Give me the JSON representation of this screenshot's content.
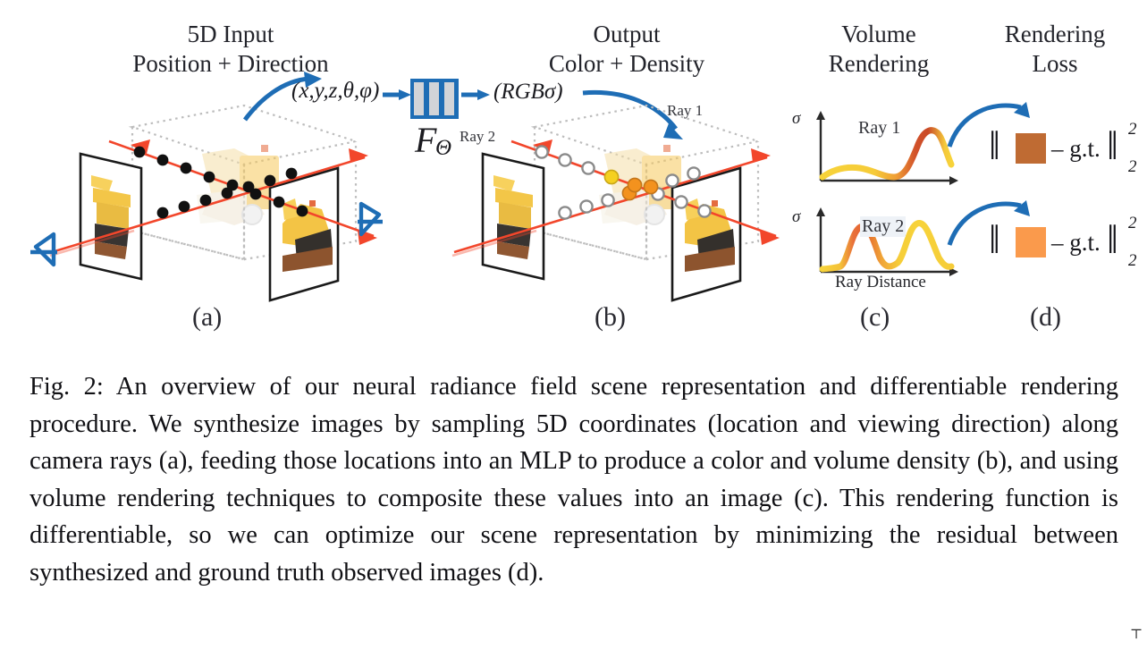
{
  "figure": {
    "headers": [
      {
        "id": "h-5d-input",
        "lines": [
          "5D Input",
          "Position + Direction"
        ]
      },
      {
        "id": "h-output",
        "lines": [
          "Output",
          "Color + Density"
        ]
      },
      {
        "id": "h-volume",
        "lines": [
          "Volume",
          "Rendering"
        ]
      },
      {
        "id": "h-loss",
        "lines": [
          "Rendering",
          "Loss"
        ]
      }
    ],
    "panel_labels": [
      "(a)",
      "(b)",
      "(c)",
      "(d)"
    ],
    "math": {
      "input_vector": "(x,y,z,θ,φ)",
      "mlp_name": "F",
      "mlp_subscript": "Θ",
      "output_vector": "(RGBσ)"
    },
    "scene_a": {
      "ray_color": "#F2462B",
      "sample_dot_color": "#111111",
      "camera_color": "#1E6DB5",
      "box_color": "#b9b9b9"
    },
    "scene_b": {
      "ray1_label": "Ray 1",
      "ray2_label": "Ray 2",
      "hollow_dot_color": "#8a8a8a",
      "hit_dot_orange": "#F3921E",
      "hit_dot_yellow": "#F5D020"
    },
    "plots": [
      {
        "id": "plot-ray1",
        "title": "Ray 1",
        "ylabel": "σ",
        "xlabel": "",
        "peak_color": "#D2522A",
        "base_color": "#F7D33A"
      },
      {
        "id": "plot-ray2",
        "title": "Ray 2",
        "ylabel": "σ",
        "xlabel": "Ray Distance",
        "peak_color": "#E8703A",
        "base_color": "#F7D33A"
      }
    ],
    "loss_rows": [
      {
        "id": "loss-ray1",
        "swatch": "#BF6B33",
        "minus": "–",
        "gt": "g.t.",
        "sup": "2",
        "sub": "2"
      },
      {
        "id": "loss-ray2",
        "swatch": "#FA9A4C",
        "minus": "–",
        "gt": "g.t.",
        "sup": "2",
        "sub": "2"
      }
    ],
    "arrow_color": "#1E6DB5"
  },
  "caption": {
    "label": "Fig. 2:",
    "text": " An overview of our neural radiance field scene representation and differentiable rendering procedure. We synthesize images by sampling 5D coordinates (location and viewing direction) along camera rays (a), feeding those locations into an MLP to produce a color and volume density (b), and using volume rendering techniques to composite these values into an image (c). This rendering function is differentiable, so we can optimize our scene representation by minimizing the residual between synthesized and ground truth observed images (d)."
  },
  "chart_data": [
    {
      "type": "line",
      "title": "Ray 1",
      "xlabel": "",
      "ylabel": "σ",
      "x": [
        0,
        0.08,
        0.16,
        0.24,
        0.32,
        0.4,
        0.48,
        0.56,
        0.62,
        0.68,
        0.74,
        0.8,
        0.86,
        0.92,
        1.0
      ],
      "values": [
        0.05,
        0.12,
        0.17,
        0.18,
        0.16,
        0.13,
        0.11,
        0.13,
        0.22,
        0.45,
        0.72,
        0.88,
        0.82,
        0.62,
        0.45
      ],
      "ylim": [
        0,
        1
      ],
      "xlim": [
        0,
        1
      ],
      "grid": false,
      "legend": "none",
      "note": "single density curve along ray 1; color gradient yellow (low) to red (peak)"
    },
    {
      "type": "line",
      "title": "Ray 2",
      "xlabel": "Ray Distance",
      "ylabel": "σ",
      "x": [
        0,
        0.06,
        0.12,
        0.18,
        0.24,
        0.3,
        0.36,
        0.42,
        0.48,
        0.54,
        0.6,
        0.66,
        0.72,
        0.78,
        0.84,
        0.9,
        1.0
      ],
      "values": [
        0.05,
        0.07,
        0.1,
        0.28,
        0.68,
        0.85,
        0.62,
        0.3,
        0.16,
        0.18,
        0.35,
        0.7,
        0.88,
        0.78,
        0.45,
        0.22,
        0.18
      ],
      "ylim": [
        0,
        1
      ],
      "xlim": [
        0,
        1
      ],
      "grid": false,
      "legend": "none",
      "note": "two-peak density curve; first peak orange-red, second peak yellow"
    }
  ],
  "corner_mark": "⊤"
}
